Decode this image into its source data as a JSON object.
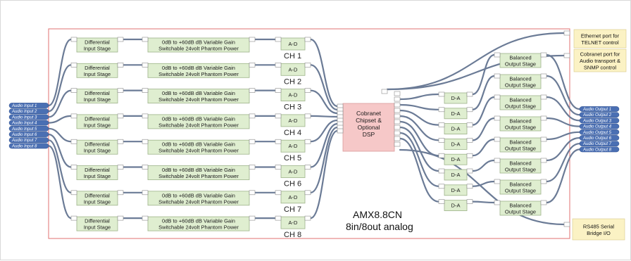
{
  "diagram": {
    "title": "AMX8.8CN",
    "subtitle": "8in/8out analog",
    "differential_label": [
      "Differential",
      "Input Stage"
    ],
    "gain_label": [
      "0dB to +60dB dB Variable Gain",
      "Switchable 24volt Phantom Power"
    ],
    "ad_label": "A-D",
    "da_label": "D-A",
    "balanced_label": [
      "Balanced",
      "Output Stage"
    ],
    "cobranet_label": [
      "Cobranet",
      "Chipset &",
      "Optional",
      "DSP"
    ],
    "channels": [
      "CH 1",
      "CH 2",
      "CH 3",
      "CH 4",
      "CH 5",
      "CH 6",
      "CH 7",
      "CH 8"
    ],
    "inputs": [
      "Audio Input 1",
      "Audio Input 2",
      "Audio Input 3",
      "Audio Input 4",
      "Audio Input 5",
      "Audio Input 6",
      "Audio Input 7",
      "Audio Input 8"
    ],
    "outputs": [
      "Audio Output 1",
      "Audio Output 2",
      "Audio Output 3",
      "Audio Output 4",
      "Audio Output 5",
      "Audio Output 6",
      "Audio Output 7",
      "Audio Output 8"
    ],
    "ethernet_label": [
      "Ethernet port for",
      "TELNET control"
    ],
    "cobranet_port_label": [
      "Cobranet port for",
      "Audio transport &",
      "SNMP control"
    ],
    "rs485_label": [
      "RS485 Serial",
      "Bridge I/O"
    ],
    "colors": {
      "block_fill": "#dfeed0",
      "block_stroke": "#9db389",
      "cobranet_fill": "#f6c8c8",
      "cobranet_stroke": "#d99a9a",
      "side_fill": "#fbf2c4",
      "wire": "#6b7b96",
      "io_fill": "#4a6fb3",
      "frame": "#e07070"
    }
  }
}
